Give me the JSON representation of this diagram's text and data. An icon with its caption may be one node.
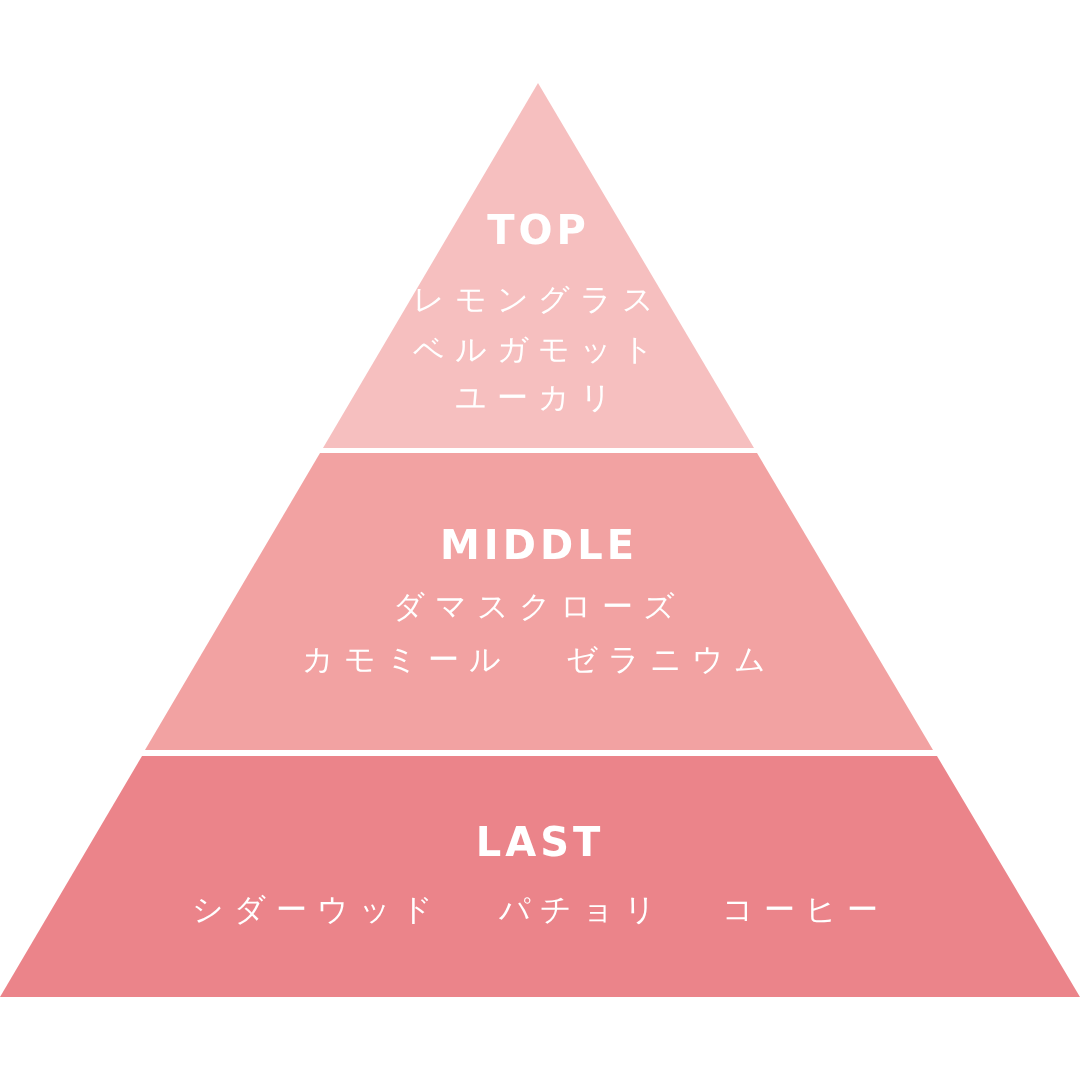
{
  "diagram": {
    "nodes": [
      {
        "text": [
          "TOP",
          "レモングラス",
          "ベルガモット",
          "ユーカリ"
        ]
      },
      {
        "text": [
          "MIDDLE",
          "ダマスクローズ",
          "カモミール",
          "ゼラニウム"
        ]
      },
      {
        "text": [
          "LAST",
          "シダーウッド",
          "パチョリ",
          "コーヒー"
        ]
      }
    ]
  }
}
